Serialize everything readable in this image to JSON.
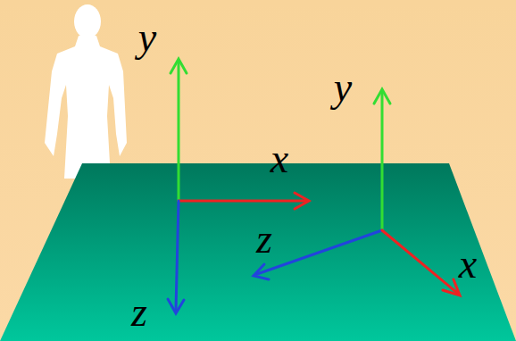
{
  "diagram": {
    "labels": [
      "y",
      "y",
      "x",
      "z",
      "x",
      "z"
    ]
  }
}
